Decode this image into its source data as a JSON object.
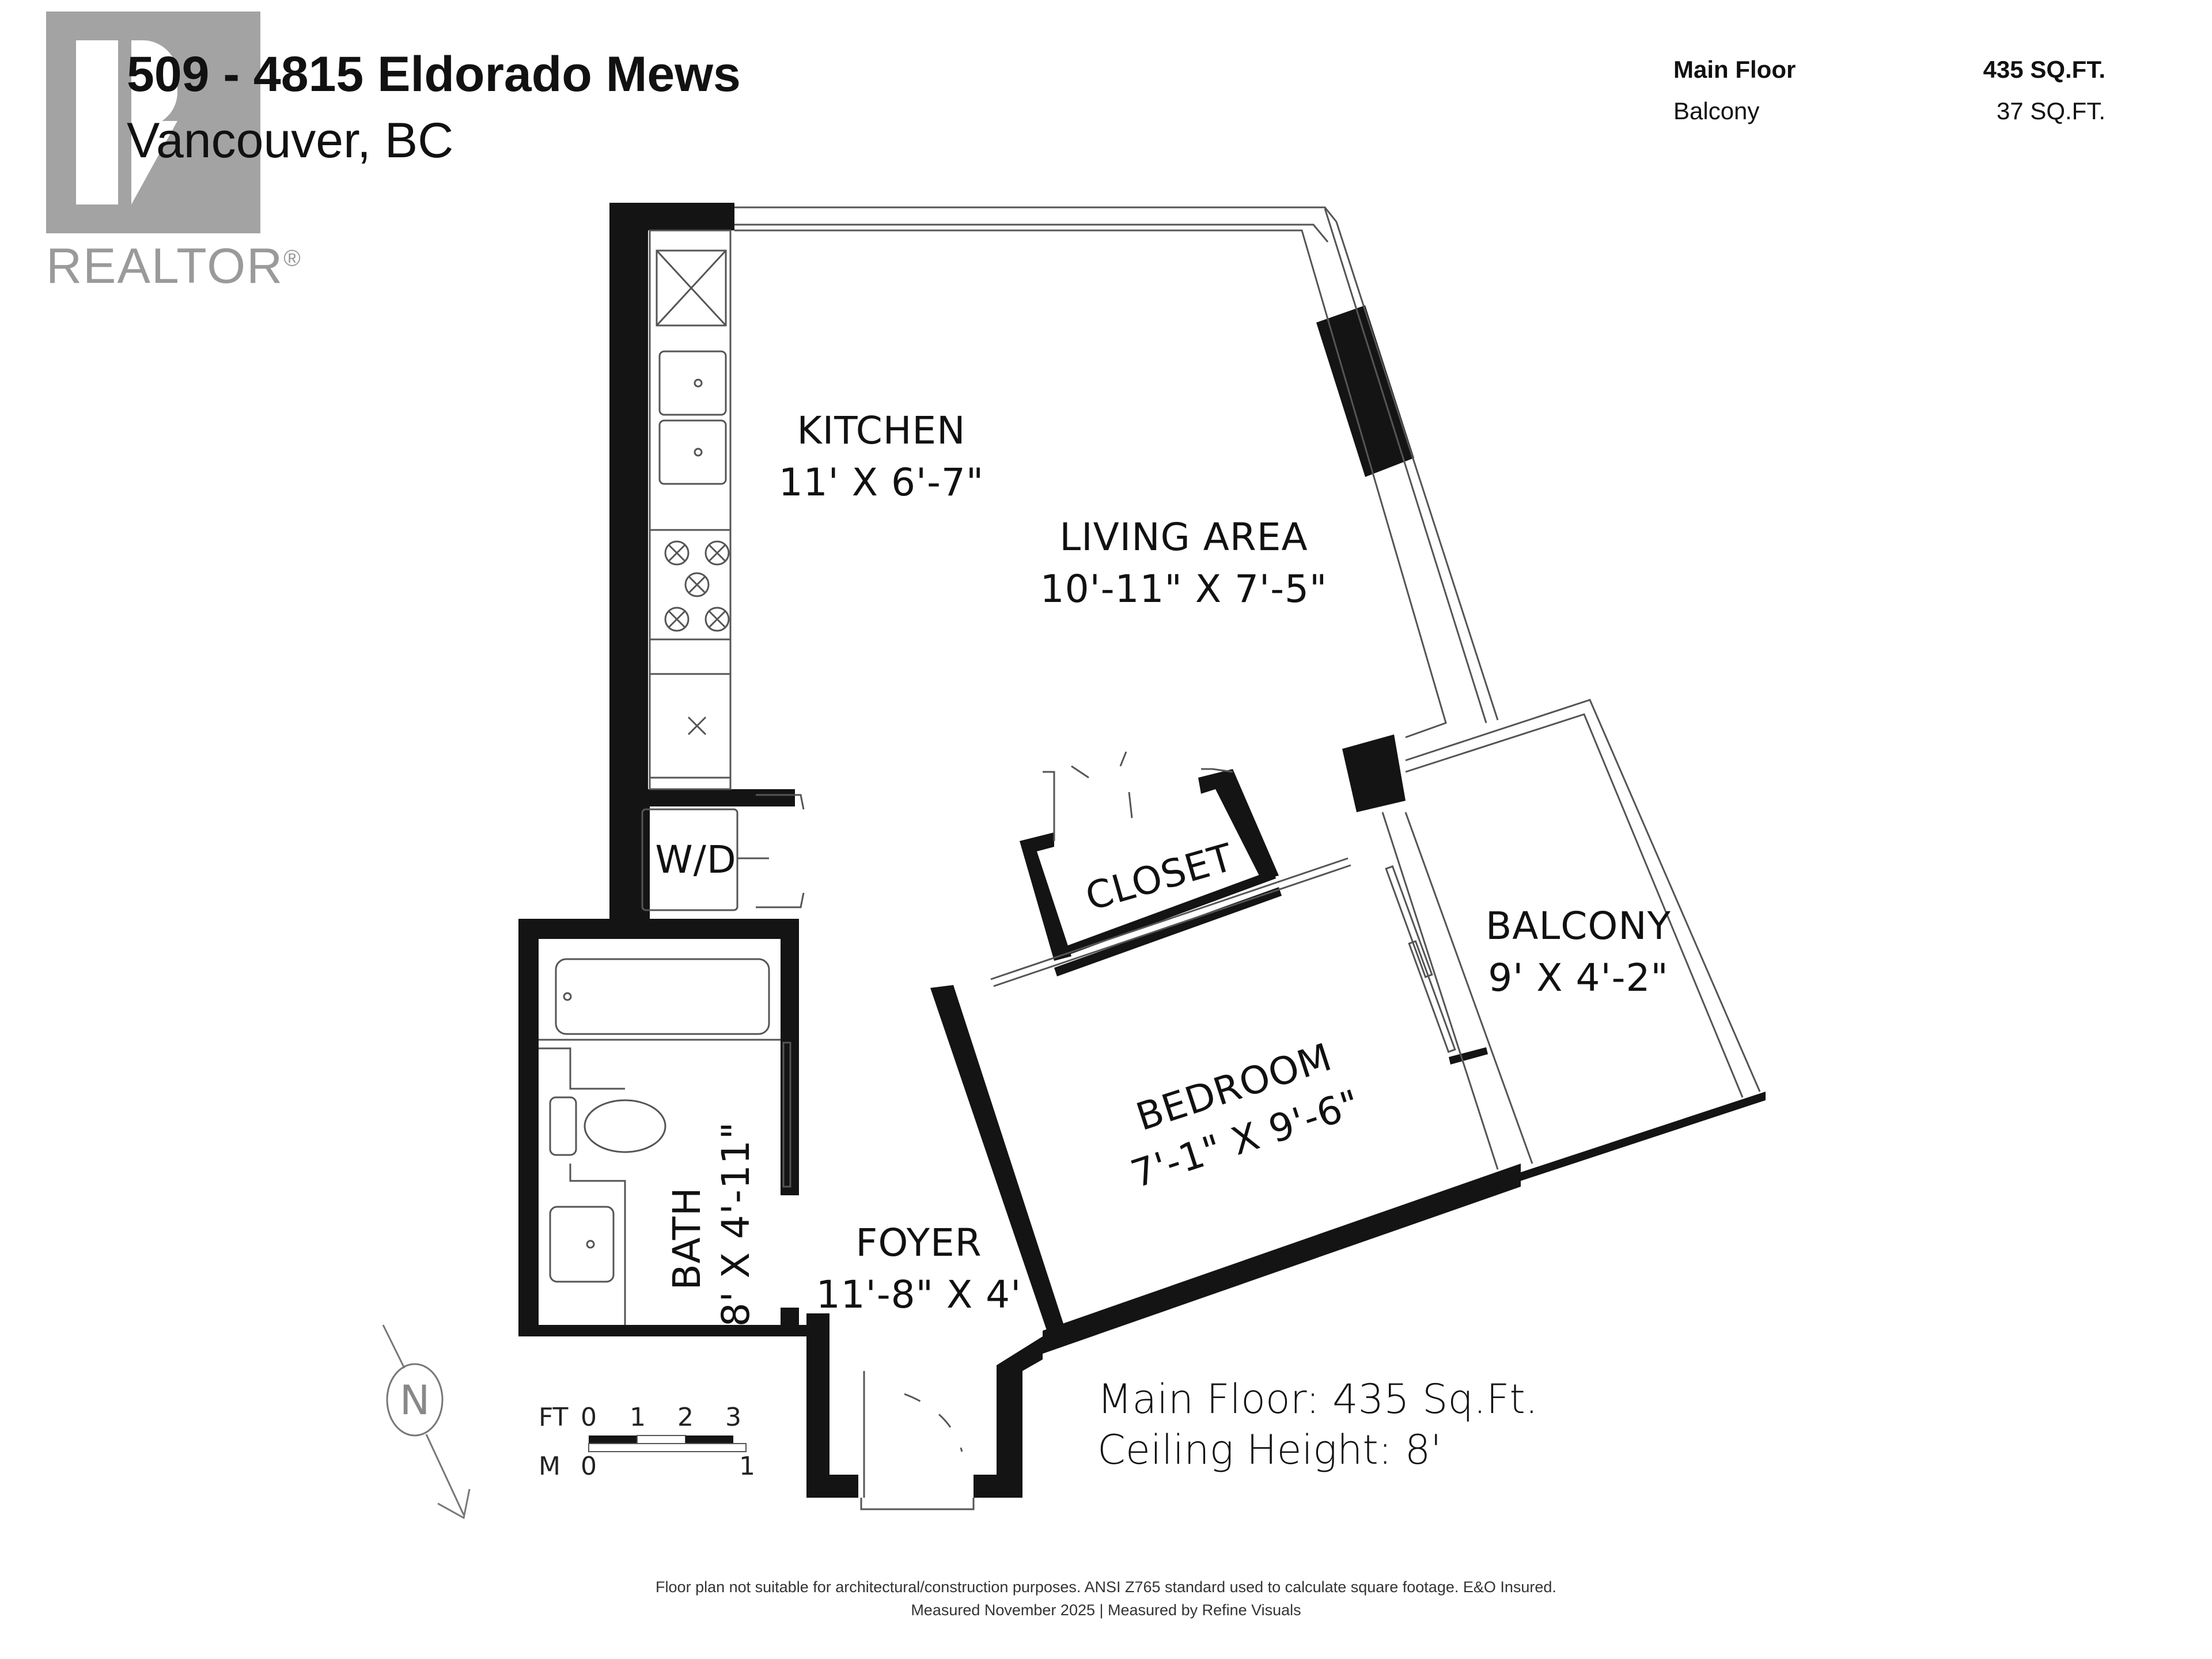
{
  "logo": {
    "icon": "realtor-r-logo-icon",
    "wordmark": "REALTOR",
    "registered": "®"
  },
  "header": {
    "title": "509 - 4815 Eldorado Mews",
    "subtitle": "Vancouver, BC"
  },
  "area_summary": [
    {
      "label": "Main Floor",
      "value": "435 SQ.FT.",
      "bold": true
    },
    {
      "label": "Balcony",
      "value": "37 SQ.FT.",
      "bold": false
    }
  ],
  "rooms": {
    "kitchen": {
      "name": "KITCHEN",
      "dims": "11' X 6'-7\""
    },
    "living": {
      "name": "LIVING AREA",
      "dims": "10'-11\" X 7'-5\""
    },
    "closet": {
      "name": "CLOSET"
    },
    "wd": {
      "name": "W/D"
    },
    "balcony": {
      "name": "BALCONY",
      "dims": "9' X 4'-2\""
    },
    "bedroom": {
      "name": "BEDROOM",
      "dims": "7'-1\" X 9'-6\""
    },
    "bath": {
      "name": "BATH",
      "dims": "8' X 4'-11\""
    },
    "foyer": {
      "name": "FOYER",
      "dims": "11'-8\" X 4'"
    }
  },
  "compass": {
    "icon": "north-arrow-icon",
    "label": "N"
  },
  "scale_bar": {
    "ft_label": "FT",
    "ft_ticks": [
      "0",
      "1",
      "2",
      "3"
    ],
    "m_label": "M",
    "m_ticks": [
      "0",
      "1"
    ]
  },
  "summary": {
    "main_floor": "Main Floor: 435 Sq.Ft.",
    "ceiling": "Ceiling Height: 8'"
  },
  "footer": {
    "line1": "Floor plan not suitable for architectural/construction purposes. ANSI Z765 standard used to calculate square footage. E&O Insured.",
    "line2": "Measured November 2025 | Measured by Refine Visuals"
  },
  "colors": {
    "wall": "#141414",
    "logo_gray": "#a3a3a3",
    "line": "#555555",
    "background": "#ffffff"
  }
}
